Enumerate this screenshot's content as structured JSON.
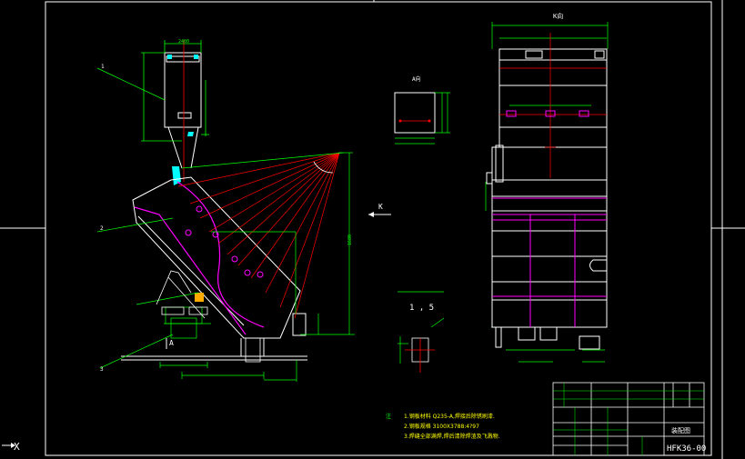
{
  "colors": {
    "background": "#000000",
    "frame": "#ffffff",
    "dimension": "#00ff00",
    "centerline": "#ff0000",
    "accent": "#ff00ff",
    "highlight": "#00ffff",
    "note": "#ffff00"
  },
  "labels": {
    "view_k_title": "K向",
    "view_a_title": "A向",
    "k_arrow": "K",
    "a_marker": "A",
    "leader_1": "1",
    "leader_2": "2",
    "leader_3": "3",
    "scale_value": "1 , 5",
    "dim_height": "1680",
    "dim_top": "2400"
  },
  "notes": {
    "header": "注",
    "lines": [
      "1.钢板材料 Q235-A,焊接后除锈刷漆.",
      "2.钢板规格 3100X3788:4?97",
      "3.焊缝全部满焊,焊后清除焊渣及飞溅物."
    ]
  },
  "title_block": {
    "drawing_no": "HFK36-00",
    "drawing_name": "装配图"
  },
  "ucs_icon": "X"
}
